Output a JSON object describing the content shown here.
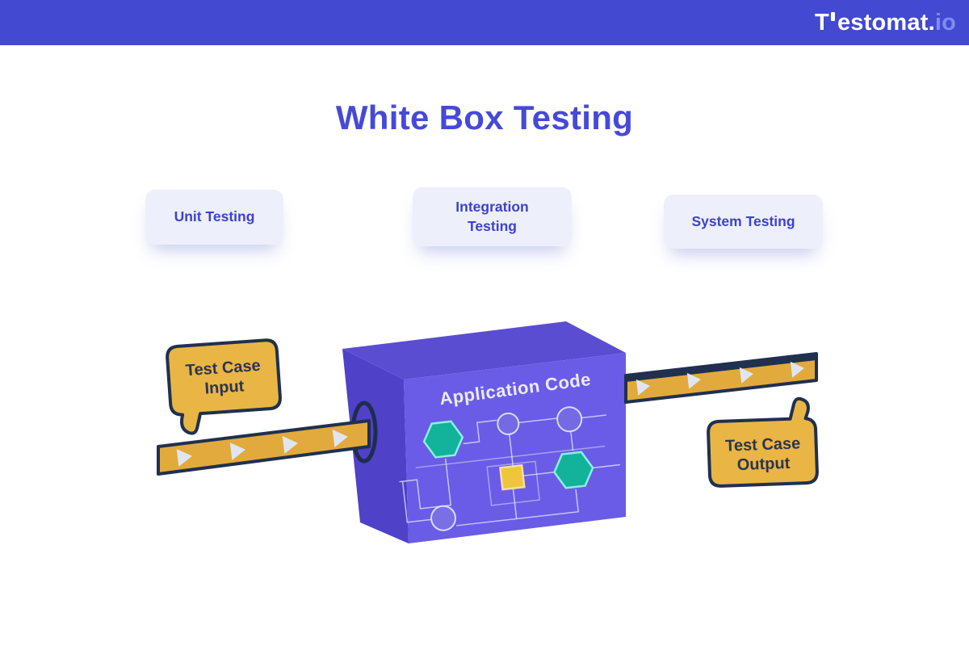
{
  "header": {
    "logo_t": "T",
    "logo_rest": "estomat.",
    "logo_suffix": "io"
  },
  "title": "White Box Testing",
  "cards": [
    {
      "label": "Unit Testing"
    },
    {
      "label": "Integration Testing"
    },
    {
      "label": "System Testing"
    }
  ],
  "diagram": {
    "box_label": "Application Code",
    "input_bubble": {
      "line1": "Test Case",
      "line2": "Input"
    },
    "output_bubble": {
      "line1": "Test Case",
      "line2": "Output"
    }
  },
  "colors": {
    "header_bg": "#4349d0",
    "accent_indigo": "#4649d8",
    "card_bg": "#edeffb",
    "card_text": "#3d42cd",
    "logo_suffix_color": "#7d8df2",
    "box_front": "#6a5ce6",
    "box_top": "#5b4dd2",
    "box_left": "#4f41c8",
    "flow_line": "#e6e7fa",
    "node_teal": "#12b29b",
    "node_teal_border": "#8ceee2",
    "node_square_yellow": "#eec63b",
    "bar_gold": "#e2aa3c",
    "bubble_gold": "#e9b544",
    "outline_navy": "#20304f",
    "arrow_light": "#dfe6f2",
    "bubble_text": "#2b3552"
  }
}
